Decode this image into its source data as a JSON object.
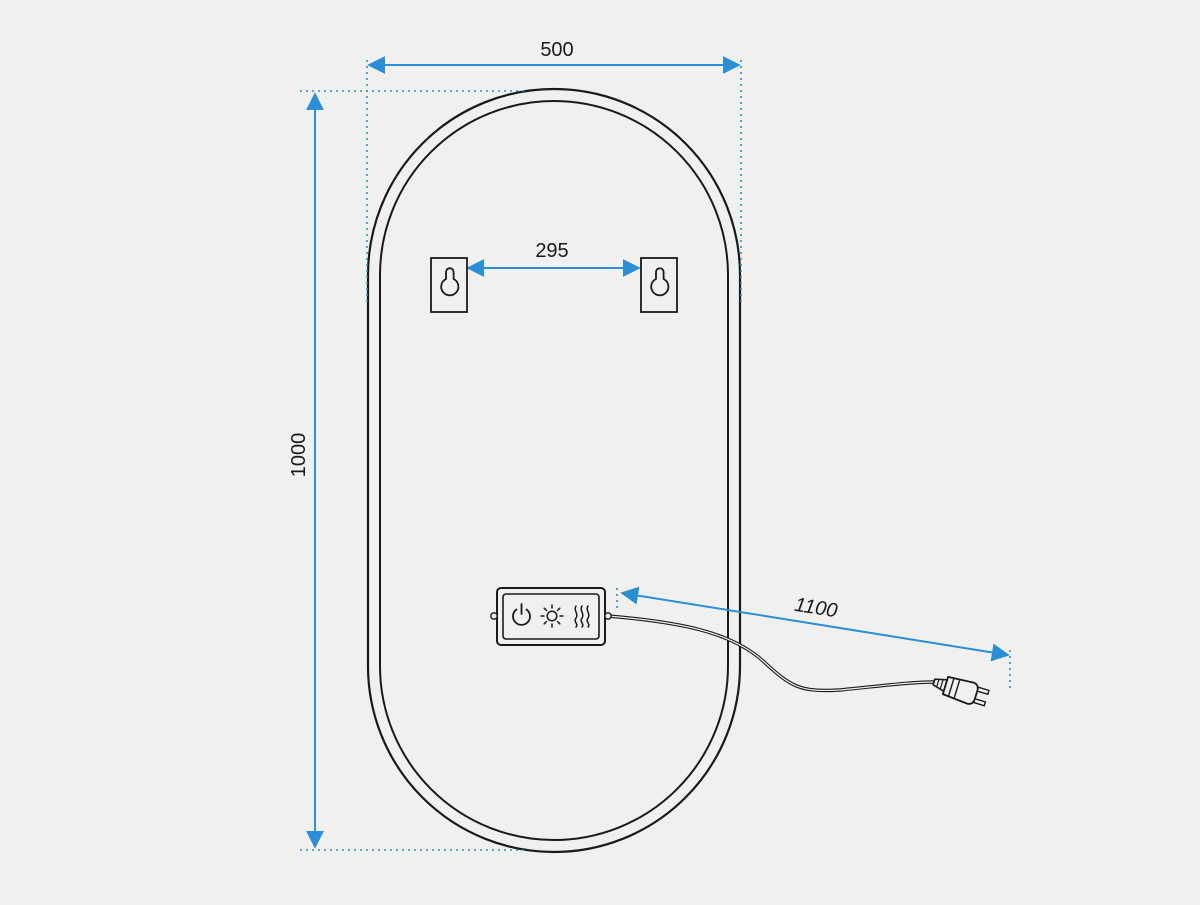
{
  "colors": {
    "background": "#f0f0ef",
    "outline": "#1a1a1a",
    "dimension": "#2a8fd6"
  },
  "dimensions": {
    "width_label": "500",
    "height_label": "1000",
    "hook_spacing_label": "295",
    "cable_length_label": "1100"
  },
  "control_box": {
    "icons": [
      "power-icon",
      "brightness-sun-icon",
      "heating-waves-icon"
    ]
  },
  "parts": {
    "hanger_icon": "keyhole-hanger-icon",
    "plug_icon": "power-plug-icon"
  }
}
